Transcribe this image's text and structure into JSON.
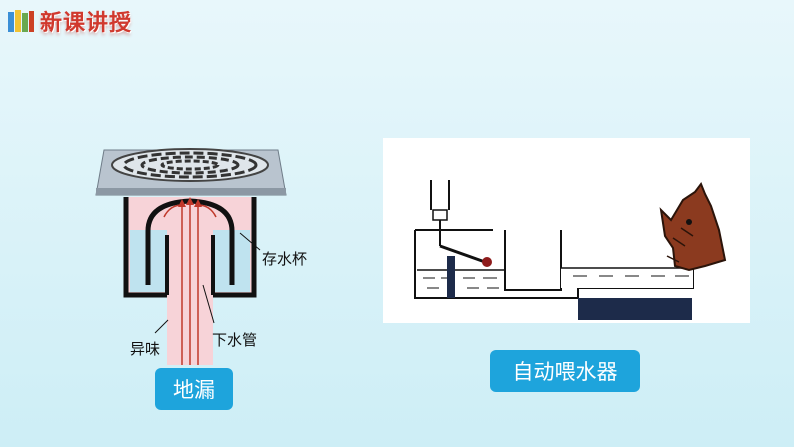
{
  "header": {
    "title": "新课讲授",
    "icon": "books-icon"
  },
  "floor_drain": {
    "caption": "地漏",
    "labels": {
      "cup": "存水杯",
      "odor": "异味",
      "pipe": "下水管"
    }
  },
  "feeder": {
    "caption": "自动喂水器"
  },
  "colors": {
    "accent": "#1ea4dc",
    "title": "#d0392e",
    "water": "#bfe3ef"
  }
}
